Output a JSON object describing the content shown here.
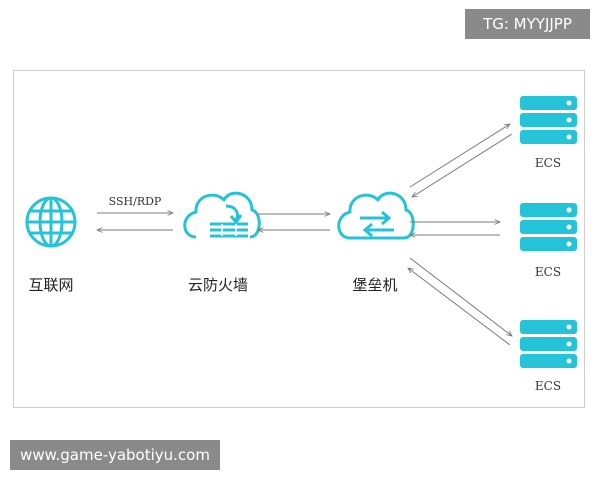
{
  "watermark_top": "TG: MYYJJPP",
  "watermark_bottom": "www.game-yabotiyu.com",
  "nodes": {
    "internet": "互联网",
    "firewall": "云防火墙",
    "bastion": "堡垒机",
    "servers": [
      "ECS",
      "ECS",
      "ECS"
    ]
  },
  "edge_label": "SSH/RDP",
  "icons": {
    "internet": "globe-icon",
    "firewall": "cloud-firewall-icon",
    "bastion": "cloud-bastion-icon",
    "server": "server-stack-icon"
  },
  "colors": {
    "accent": "#25c3d8",
    "arrow": "#7a7a7a",
    "frame": "#cfcfcf"
  }
}
